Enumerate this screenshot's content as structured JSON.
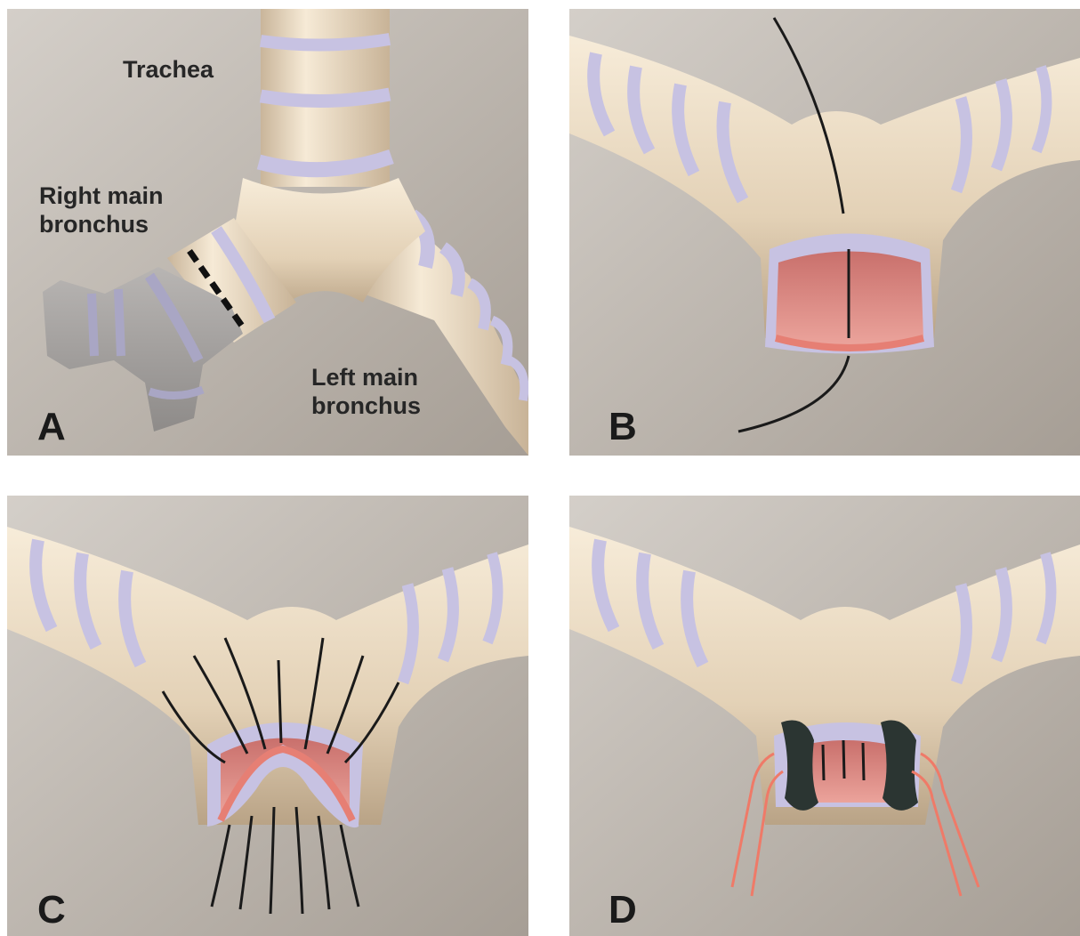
{
  "panels": [
    {
      "letter": "A"
    },
    {
      "letter": "B"
    },
    {
      "letter": "C"
    },
    {
      "letter": "D"
    }
  ],
  "labels": {
    "trachea": "Trachea",
    "right_main_bronchus": [
      "Right main",
      "bronchus"
    ],
    "left_main_bronchus": [
      "Left main",
      "bronchus"
    ]
  },
  "colors": {
    "background": "#b3aba2",
    "cartilage": "#eadac2",
    "membrane": "#c7c2e2",
    "mucosa": "#e08f8a",
    "suture": "#1a1a1a",
    "drain": "#ef7a68",
    "resected": "#a9a6a4",
    "flap": "#2b3532"
  }
}
